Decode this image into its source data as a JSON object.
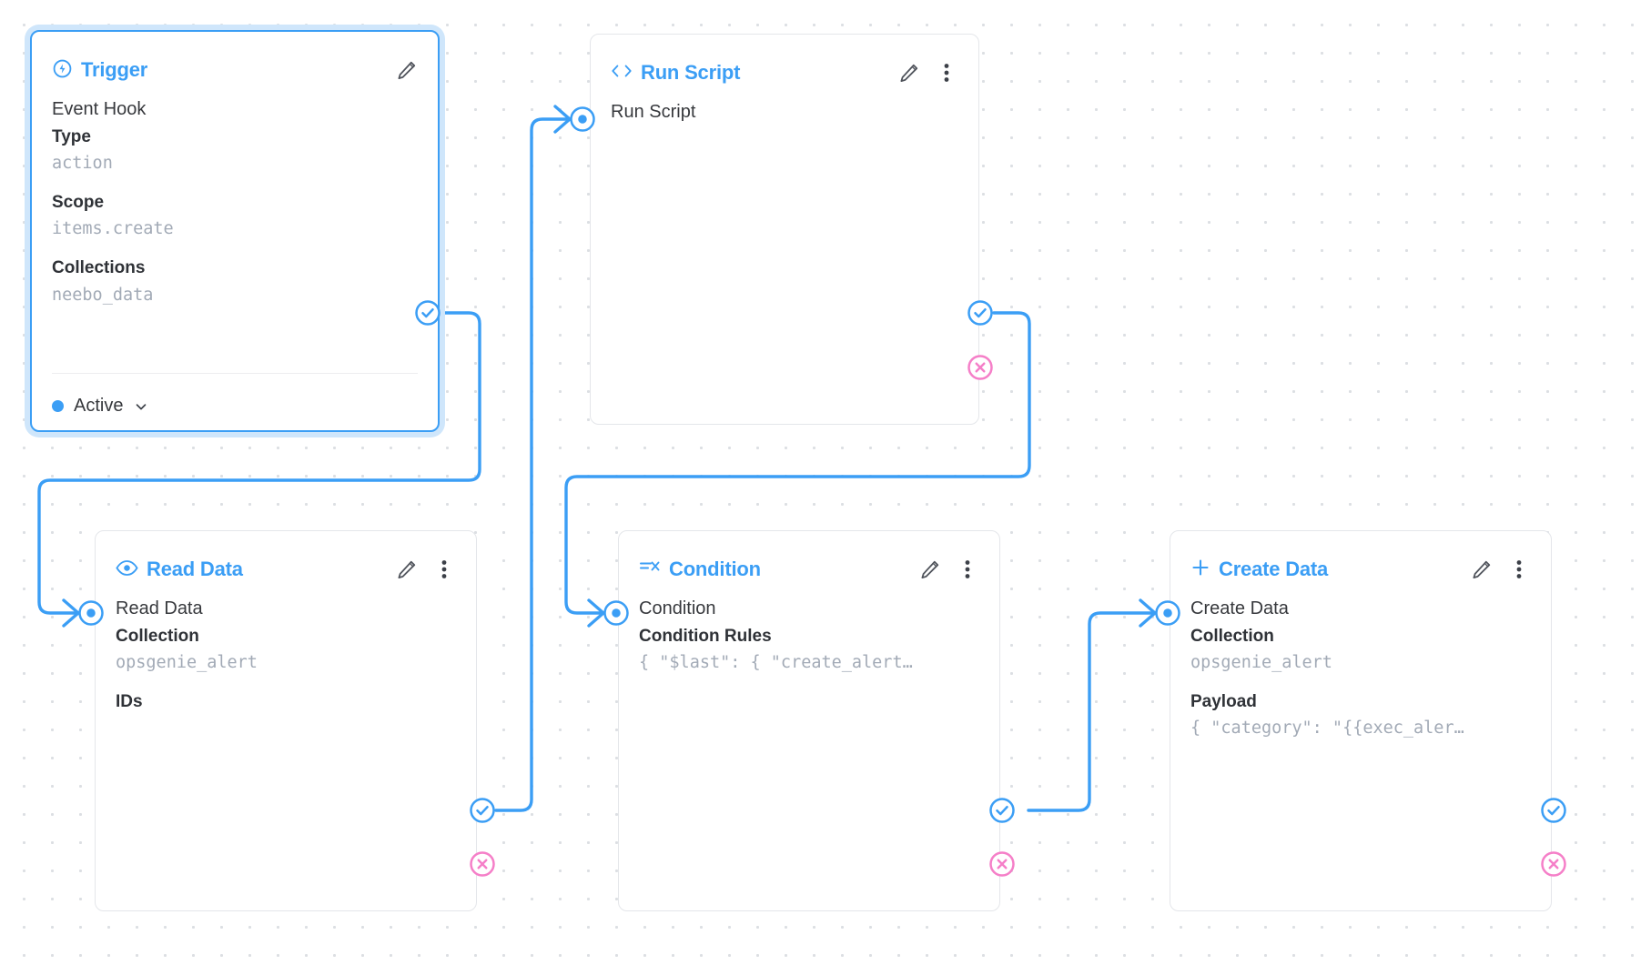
{
  "canvas": {
    "accent": "#3b9ef5",
    "reject_color": "#f57fc8",
    "grid_dot": "#dcdfe3"
  },
  "nodes": [
    {
      "id": "trigger",
      "title": "Trigger",
      "icon": "bolt-circle-icon",
      "selected": true,
      "row_name": "Event Hook",
      "fields": [
        {
          "label": "Type",
          "value": "action"
        },
        {
          "label": "Scope",
          "value": "items.create"
        },
        {
          "label": "Collections",
          "value": "neebo_data"
        }
      ],
      "status": "Active",
      "has_menu": false
    },
    {
      "id": "run-script",
      "title": "Run Script",
      "icon": "code-brackets-icon",
      "selected": false,
      "row_name": "Run Script",
      "fields": [],
      "has_menu": true
    },
    {
      "id": "read-data",
      "title": "Read Data",
      "icon": "eye-icon",
      "selected": false,
      "row_name": "Read Data",
      "fields": [
        {
          "label": "Collection",
          "value": "opsgenie_alert"
        },
        {
          "label": "IDs",
          "value": ""
        }
      ],
      "has_menu": true
    },
    {
      "id": "condition",
      "title": "Condition",
      "icon": "filter-icon",
      "selected": false,
      "row_name": "Condition",
      "fields": [
        {
          "label": "Condition Rules",
          "value": "{ \"$last\": { \"create_alert…"
        }
      ],
      "has_menu": true
    },
    {
      "id": "create-data",
      "title": "Create Data",
      "icon": "plus-icon",
      "selected": false,
      "row_name": "Create Data",
      "fields": [
        {
          "label": "Collection",
          "value": "opsgenie_alert"
        },
        {
          "label": "Payload",
          "value": "{ \"category\": \"{{exec_aler…"
        }
      ],
      "has_menu": true
    }
  ]
}
